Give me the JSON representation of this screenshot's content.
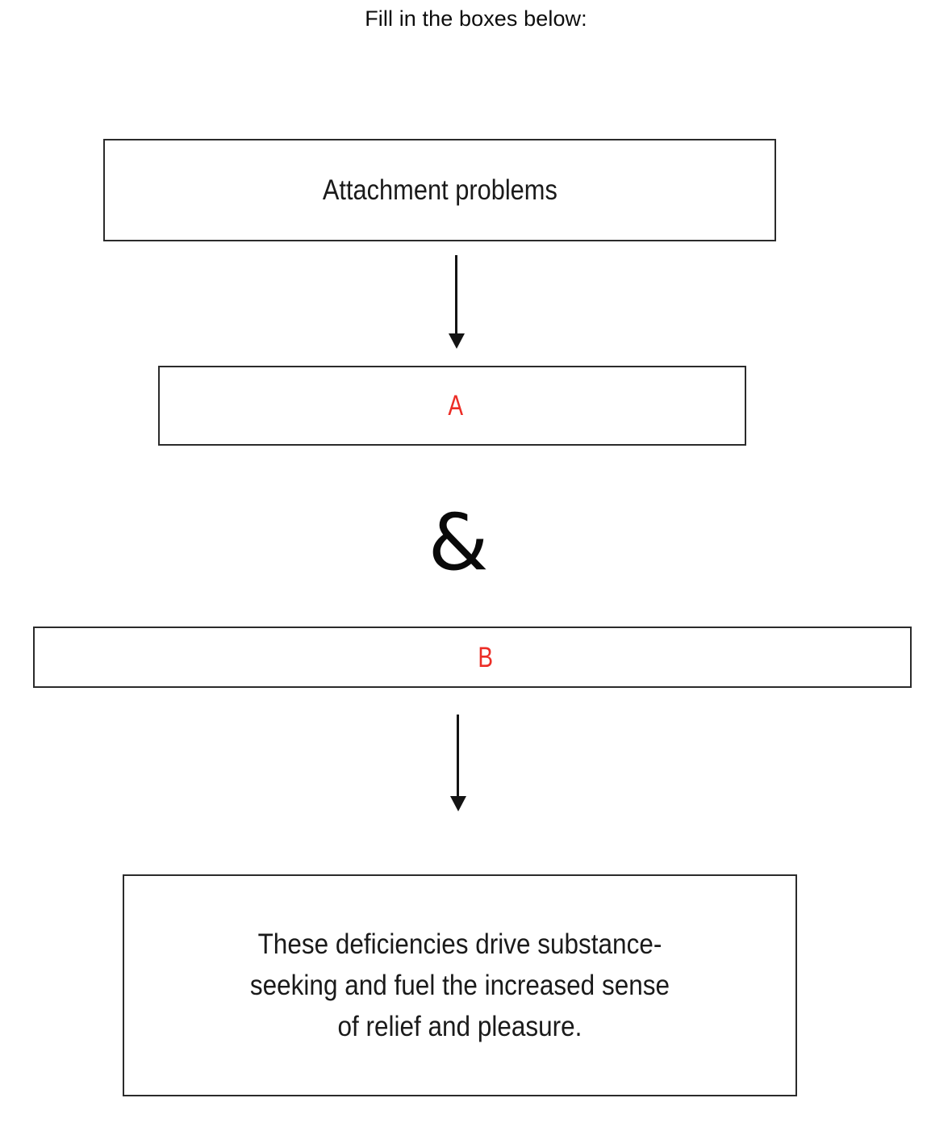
{
  "page": {
    "prompt": "Fill in the boxes below:",
    "accent_color": "#ec2d26",
    "line_color": "#2b2b2b",
    "background": "#ffffff"
  },
  "flowchart": {
    "type": "vertical-flow",
    "nodes": [
      {
        "id": "attachment",
        "label": "Attachment problems",
        "filled": true
      },
      {
        "id": "blank-a",
        "label": "A",
        "filled": false
      },
      {
        "id": "blank-b",
        "label": "B",
        "filled": false
      },
      {
        "id": "conclusion",
        "label": "These deficiencies drive substance-\nseeking and fuel the increased sense\nof relief and pleasure.",
        "filled": true
      }
    ],
    "connectors": [
      {
        "id": "arrow-1",
        "kind": "down-arrow",
        "from": "attachment",
        "to": "blank-a"
      },
      {
        "id": "conjunction",
        "kind": "ampersand",
        "symbol": "&",
        "from": "blank-a",
        "to": "blank-b"
      },
      {
        "id": "arrow-2",
        "kind": "down-arrow",
        "from": "blank-b",
        "to": "conclusion"
      }
    ]
  }
}
